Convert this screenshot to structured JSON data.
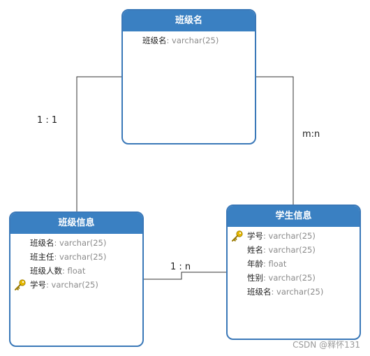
{
  "entities": {
    "class_name": {
      "title": "班级名",
      "fields": [
        {
          "name": "班级名",
          "type": ": varchar(25)",
          "key": false
        }
      ]
    },
    "class_info": {
      "title": "班级信息",
      "fields": [
        {
          "name": "班级名",
          "type": ": varchar(25)",
          "key": false
        },
        {
          "name": "班主任",
          "type": ": varchar(25)",
          "key": false
        },
        {
          "name": "班级人数",
          "type": ": float",
          "key": false
        },
        {
          "name": "学号",
          "type": ": varchar(25)",
          "key": true
        }
      ]
    },
    "student_info": {
      "title": "学生信息",
      "fields": [
        {
          "name": "学号",
          "type": ": varchar(25)",
          "key": true
        },
        {
          "name": "姓名",
          "type": ": varchar(25)",
          "key": false
        },
        {
          "name": "年龄",
          "type": ": float",
          "key": false
        },
        {
          "name": "性别",
          "type": ": varchar(25)",
          "key": false
        },
        {
          "name": "班级名",
          "type": ": varchar(25)",
          "key": false
        }
      ]
    }
  },
  "relations": {
    "one_to_one": "1 : 1",
    "many_to_many": "m:n",
    "one_to_many": "1 : n"
  },
  "watermark": "CSDN @释怀131",
  "colors": {
    "header": "#3a80c2",
    "border": "#3a78b8",
    "key_icon": "#e6b800"
  }
}
